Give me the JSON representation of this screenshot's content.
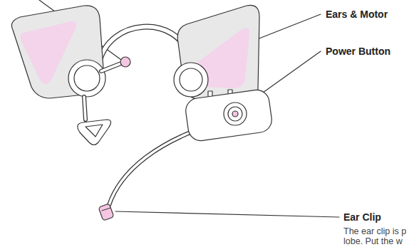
{
  "diagram": {
    "labels": [
      "Ears & Motor",
      "Power Button",
      "Ear Clip",
      "The ear clip is p lobe. Put the w"
    ]
  }
}
